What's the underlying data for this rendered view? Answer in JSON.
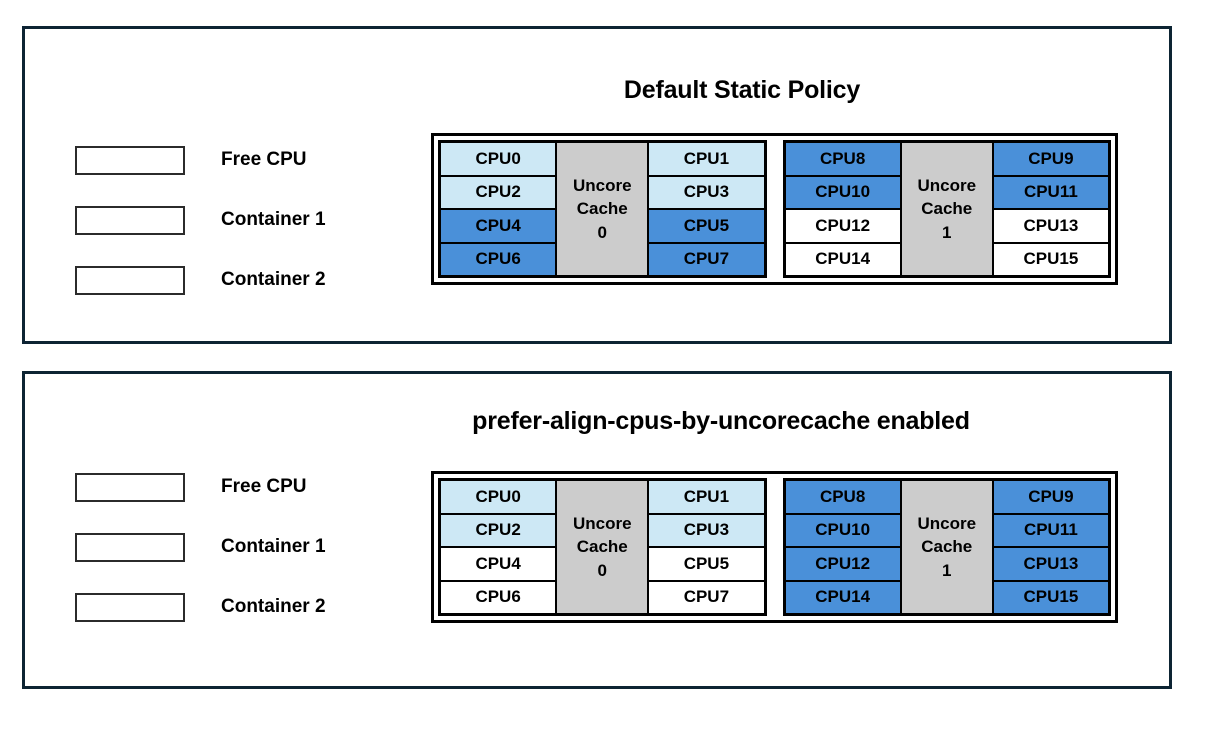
{
  "colors": {
    "free_cpu": "#ffffff",
    "container_1": "#cde8f5",
    "container_2": "#4a90d9",
    "uncore_cache": "#cccccc",
    "panel_border": "#0d2433",
    "cell_border": "#000000"
  },
  "legend": {
    "items": [
      {
        "label": "Free CPU",
        "swatch_class": "free"
      },
      {
        "label": "Container 1",
        "swatch_class": "c1"
      },
      {
        "label": "Container 2",
        "swatch_class": "c2"
      }
    ]
  },
  "panels": [
    {
      "title": "Default Static Policy",
      "legend_items": [
        {
          "label": "Free CPU"
        },
        {
          "label": "Container 1"
        },
        {
          "label": "Container 2"
        }
      ],
      "sockets": [
        {
          "uncore_label_line1": "Uncore",
          "uncore_label_line2": "Cache",
          "uncore_label_line3": "0",
          "left_column": [
            {
              "label": "CPU0",
              "state": "container-1"
            },
            {
              "label": "CPU2",
              "state": "container-1"
            },
            {
              "label": "CPU4",
              "state": "container-2"
            },
            {
              "label": "CPU6",
              "state": "container-2"
            }
          ],
          "right_column": [
            {
              "label": "CPU1",
              "state": "container-1"
            },
            {
              "label": "CPU3",
              "state": "container-1"
            },
            {
              "label": "CPU5",
              "state": "container-2"
            },
            {
              "label": "CPU7",
              "state": "container-2"
            }
          ]
        },
        {
          "uncore_label_line1": "Uncore",
          "uncore_label_line2": "Cache",
          "uncore_label_line3": "1",
          "left_column": [
            {
              "label": "CPU8",
              "state": "container-2"
            },
            {
              "label": "CPU10",
              "state": "container-2"
            },
            {
              "label": "CPU12",
              "state": "free"
            },
            {
              "label": "CPU14",
              "state": "free"
            }
          ],
          "right_column": [
            {
              "label": "CPU9",
              "state": "container-2"
            },
            {
              "label": "CPU11",
              "state": "container-2"
            },
            {
              "label": "CPU13",
              "state": "free"
            },
            {
              "label": "CPU15",
              "state": "free"
            }
          ]
        }
      ]
    },
    {
      "title": "prefer-align-cpus-by-uncorecache enabled",
      "legend_items": [
        {
          "label": "Free CPU"
        },
        {
          "label": "Container 1"
        },
        {
          "label": "Container 2"
        }
      ],
      "sockets": [
        {
          "uncore_label_line1": "Uncore",
          "uncore_label_line2": "Cache",
          "uncore_label_line3": "0",
          "left_column": [
            {
              "label": "CPU0",
              "state": "container-1"
            },
            {
              "label": "CPU2",
              "state": "container-1"
            },
            {
              "label": "CPU4",
              "state": "free"
            },
            {
              "label": "CPU6",
              "state": "free"
            }
          ],
          "right_column": [
            {
              "label": "CPU1",
              "state": "container-1"
            },
            {
              "label": "CPU3",
              "state": "container-1"
            },
            {
              "label": "CPU5",
              "state": "free"
            },
            {
              "label": "CPU7",
              "state": "free"
            }
          ]
        },
        {
          "uncore_label_line1": "Uncore",
          "uncore_label_line2": "Cache",
          "uncore_label_line3": "1",
          "left_column": [
            {
              "label": "CPU8",
              "state": "container-2"
            },
            {
              "label": "CPU10",
              "state": "container-2"
            },
            {
              "label": "CPU12",
              "state": "container-2"
            },
            {
              "label": "CPU14",
              "state": "container-2"
            }
          ],
          "right_column": [
            {
              "label": "CPU9",
              "state": "container-2"
            },
            {
              "label": "CPU11",
              "state": "container-2"
            },
            {
              "label": "CPU13",
              "state": "container-2"
            },
            {
              "label": "CPU15",
              "state": "container-2"
            }
          ]
        }
      ]
    }
  ]
}
